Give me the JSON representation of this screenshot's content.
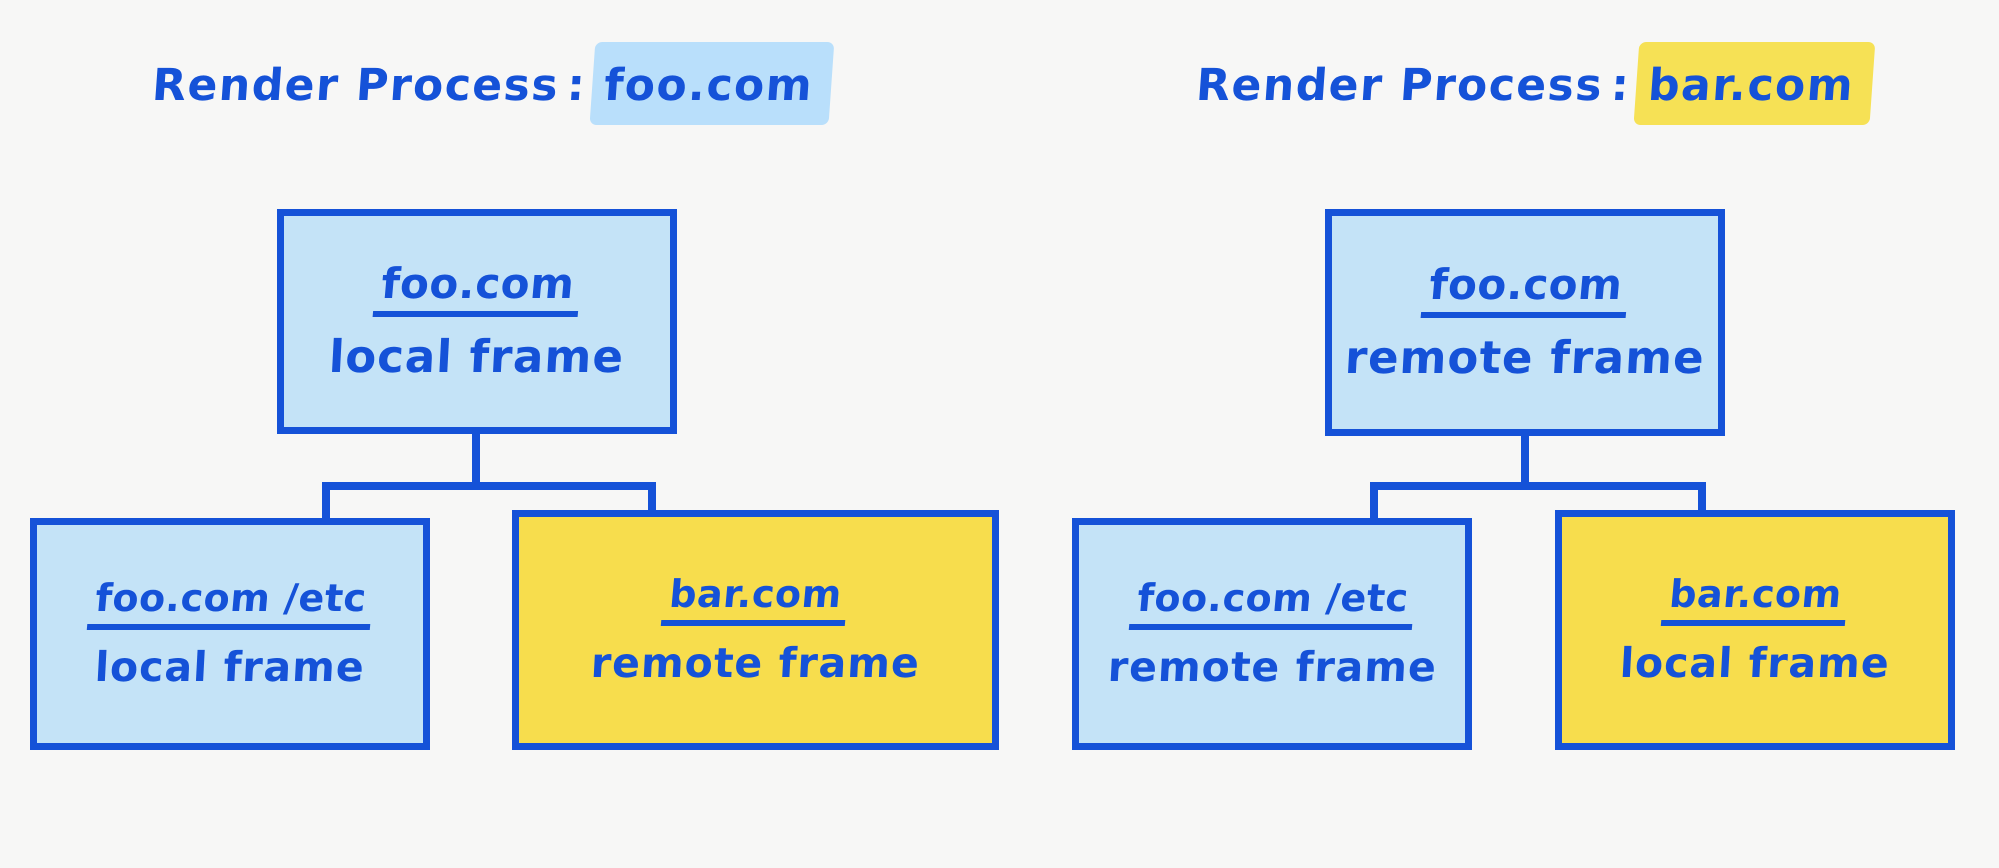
{
  "background_color": "#f7f7f6",
  "ink_color": "#1552d8",
  "fill_blue": "#c4e3f7",
  "fill_yellow": "#f7dd4d",
  "highlight_blue": "#b9dffb",
  "highlight_yellow": "#f6e155",
  "diagram": {
    "type": "two-column frame-tree comparison",
    "processes": [
      {
        "id": "left",
        "title_label": "Render Process",
        "title_separator": ":",
        "title_value": "foo.com",
        "title_highlight": "blue",
        "nodes": {
          "root": {
            "domain": "foo.com",
            "kind": "local frame",
            "fill": "blue"
          },
          "child_left": {
            "domain": "foo.com /etc",
            "kind": "local frame",
            "fill": "blue"
          },
          "child_right": {
            "domain": "bar.com",
            "kind": "remote frame",
            "fill": "yellow"
          }
        }
      },
      {
        "id": "right",
        "title_label": "Render Process",
        "title_separator": ":",
        "title_value": "bar.com",
        "title_highlight": "yellow",
        "nodes": {
          "root": {
            "domain": "foo.com",
            "kind": "remote frame",
            "fill": "blue"
          },
          "child_left": {
            "domain": "foo.com /etc",
            "kind": "remote frame",
            "fill": "blue"
          },
          "child_right": {
            "domain": "bar.com",
            "kind": "local frame",
            "fill": "yellow"
          }
        }
      }
    ]
  }
}
